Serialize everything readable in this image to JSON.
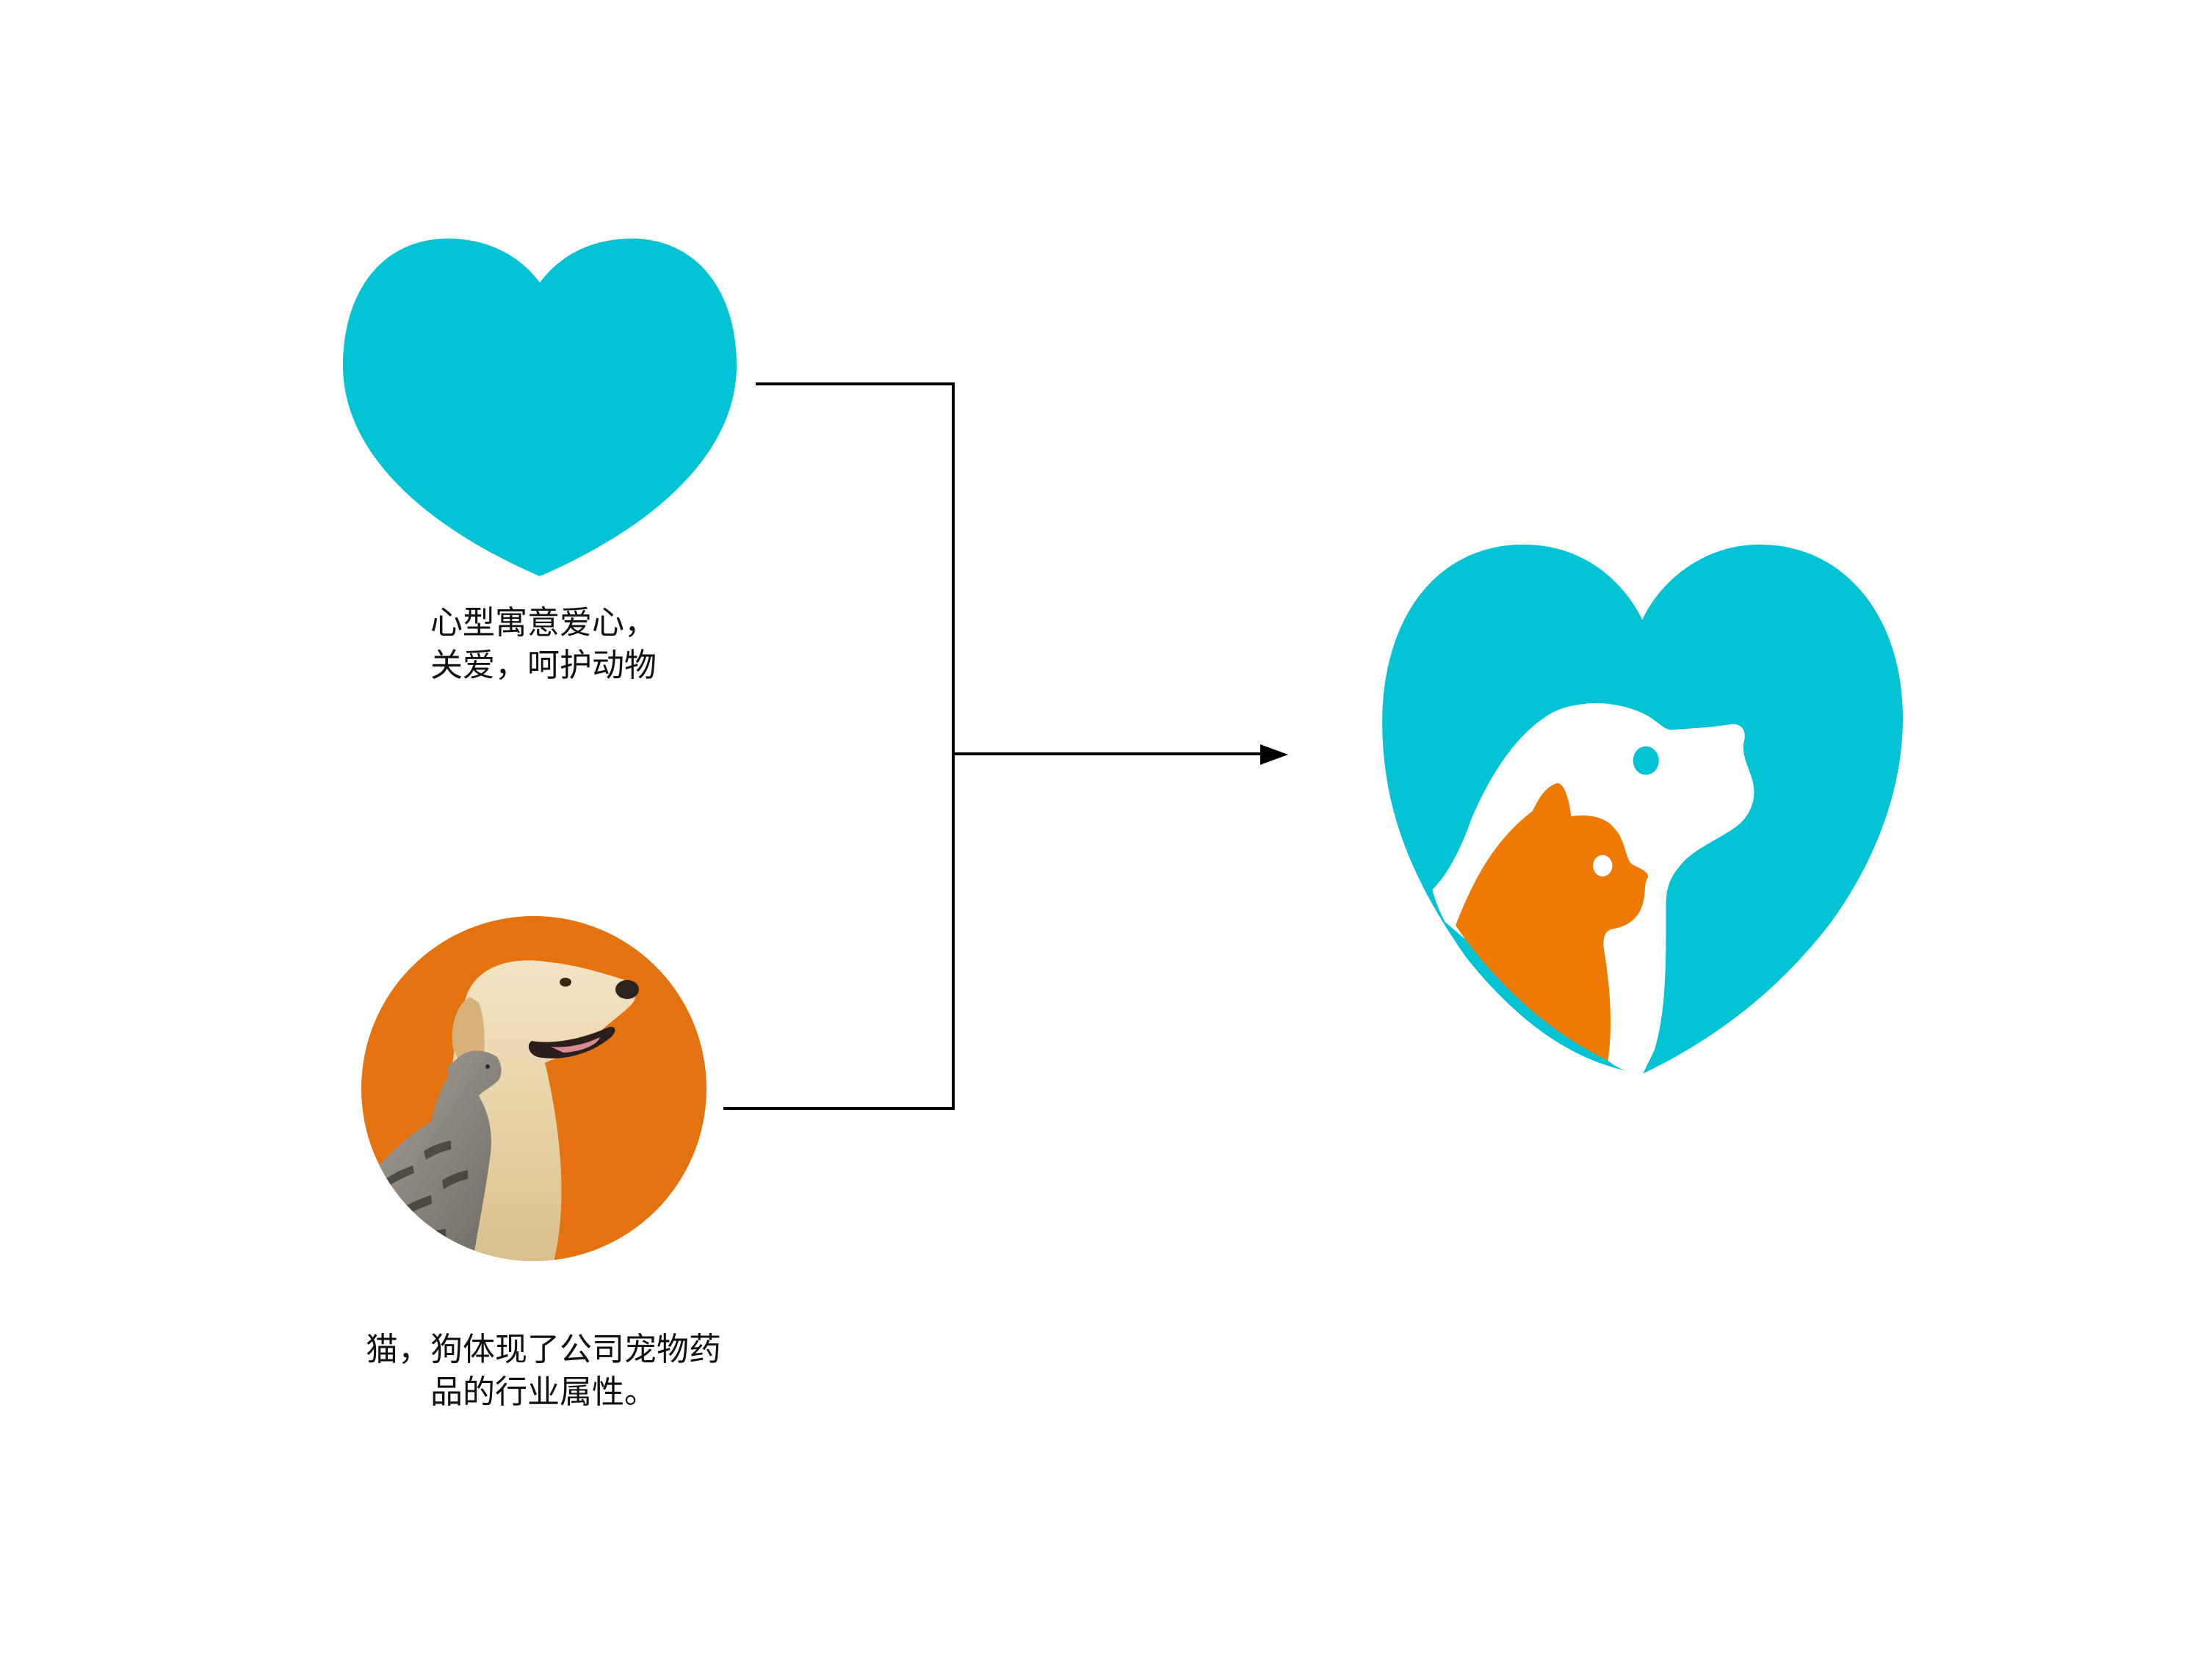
{
  "diagram": {
    "colors": {
      "teal": "#02C3D3",
      "logo_orange": "#EE7A03",
      "photo_orange": "#E3720F",
      "connector": "#000000",
      "background": "#FFFFFF"
    },
    "inputs": [
      {
        "id": "heart",
        "icon": "heart-icon",
        "caption_lines": [
          "心型寓意爱心，",
          "关爱，呵护动物"
        ]
      },
      {
        "id": "pets-photo",
        "icon": "cat-and-dog-photo",
        "caption_lines": [
          "猫，狗体现了公司宠物药",
          "品的行业属性。"
        ]
      }
    ],
    "connector": {
      "type": "bracket-merge-arrow",
      "direction": "right"
    },
    "output": {
      "id": "logo",
      "icon": "heart-dog-cat-logo",
      "elements": [
        "teal heart",
        "white dog silhouette",
        "orange cat silhouette"
      ]
    }
  }
}
